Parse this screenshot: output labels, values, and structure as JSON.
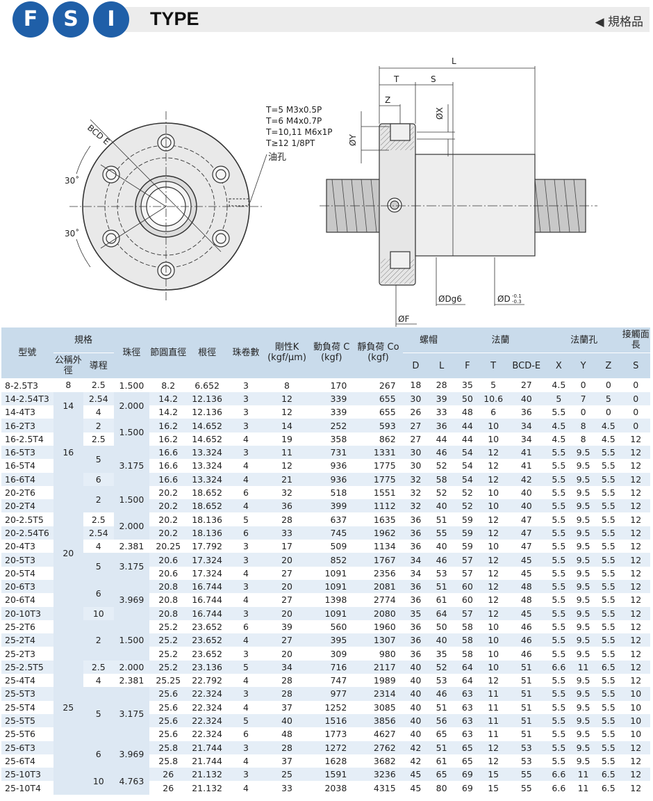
{
  "header": {
    "badges": [
      "F",
      "S",
      "I"
    ],
    "type_label": "TYPE",
    "spec_label": "◀ 規格品"
  },
  "drawing": {
    "front": {
      "bcd": "BCD E",
      "angle_top": "30˚",
      "angle_bottom": "30˚",
      "note_lines": [
        "T=5  M3x0.5P",
        "T=6  M4x0.7P",
        "T=10,11  M6x1P",
        "T≥12  1/8PT"
      ],
      "oil_hole": "油孔"
    },
    "side": {
      "L": "L",
      "T": "T",
      "S": "S",
      "Z": "Z",
      "X": "ØX",
      "Y": "ØY",
      "F": "ØF",
      "Dg6": "ØDg6",
      "D": "ØD",
      "D_tol_top": "-0.1",
      "D_tol_bottom": "-0.3"
    }
  },
  "table": {
    "headers": {
      "model": "型號",
      "spec": "規格",
      "nominal_od": "公稱外徑",
      "lead": "導程",
      "ball_dia": "珠徑",
      "pcd": "節圓直徑",
      "root_dia": "根徑",
      "circuits": "珠卷數",
      "stiffness": "剛性K (kgf/μm)",
      "dyn_load": "動負荷 C (kgf)",
      "static_load": "靜負荷 Co (kgf)",
      "nut": "螺帽",
      "flange": "法蘭",
      "flange_hole": "法蘭孔",
      "contact_len": "接觸面長",
      "D": "D",
      "L": "L",
      "F": "F",
      "T": "T",
      "BCD_E": "BCD-E",
      "X": "X",
      "Y": "Y",
      "Z": "Z",
      "S": "S"
    },
    "rows": [
      [
        "8-2.5T3",
        "8",
        "2.5",
        "1.500",
        "8.2",
        "6.652",
        "3",
        "8",
        "170",
        "267",
        "18",
        "28",
        "35",
        "5",
        "27",
        "4.5",
        "0",
        "0",
        "0"
      ],
      [
        "14-2.54T3",
        "14",
        "2.54",
        "2.000",
        "14.2",
        "12.136",
        "3",
        "12",
        "339",
        "655",
        "30",
        "39",
        "50",
        "10.6",
        "40",
        "5",
        "7",
        "5",
        "0"
      ],
      [
        "14-4T3",
        "",
        "4",
        "",
        "14.2",
        "12.136",
        "3",
        "12",
        "339",
        "655",
        "26",
        "33",
        "48",
        "6",
        "36",
        "5.5",
        "0",
        "0",
        "0"
      ],
      [
        "16-2T3",
        "16",
        "2",
        "1.500",
        "16.2",
        "14.652",
        "3",
        "14",
        "252",
        "593",
        "27",
        "36",
        "44",
        "10",
        "34",
        "4.5",
        "8",
        "4.5",
        "0"
      ],
      [
        "16-2.5T4",
        "",
        "2.5",
        "",
        "16.2",
        "14.652",
        "4",
        "19",
        "358",
        "862",
        "27",
        "44",
        "44",
        "10",
        "34",
        "4.5",
        "8",
        "4.5",
        "12"
      ],
      [
        "16-5T3",
        "",
        "5",
        "3.175",
        "16.6",
        "13.324",
        "3",
        "11",
        "731",
        "1331",
        "30",
        "46",
        "54",
        "12",
        "41",
        "5.5",
        "9.5",
        "5.5",
        "12"
      ],
      [
        "16-5T4",
        "",
        "",
        "",
        "16.6",
        "13.324",
        "4",
        "12",
        "936",
        "1775",
        "30",
        "52",
        "54",
        "12",
        "41",
        "5.5",
        "9.5",
        "5.5",
        "12"
      ],
      [
        "16-6T4",
        "",
        "6",
        "",
        "16.6",
        "13.324",
        "4",
        "21",
        "936",
        "1775",
        "32",
        "58",
        "54",
        "12",
        "42",
        "5.5",
        "9.5",
        "5.5",
        "12"
      ],
      [
        "20-2T6",
        "20",
        "2",
        "1.500",
        "20.2",
        "18.652",
        "6",
        "32",
        "518",
        "1551",
        "32",
        "52",
        "52",
        "10",
        "40",
        "5.5",
        "9.5",
        "5.5",
        "12"
      ],
      [
        "20-2T4",
        "",
        "",
        "",
        "20.2",
        "18.652",
        "4",
        "36",
        "399",
        "1112",
        "32",
        "40",
        "52",
        "10",
        "40",
        "5.5",
        "9.5",
        "5.5",
        "12"
      ],
      [
        "20-2.5T5",
        "",
        "2.5",
        "2.000",
        "20.2",
        "18.136",
        "5",
        "28",
        "637",
        "1635",
        "36",
        "51",
        "59",
        "12",
        "47",
        "5.5",
        "9.5",
        "5.5",
        "12"
      ],
      [
        "20-2.54T6",
        "",
        "2.54",
        "",
        "20.2",
        "18.136",
        "6",
        "33",
        "745",
        "1962",
        "36",
        "55",
        "59",
        "12",
        "47",
        "5.5",
        "9.5",
        "5.5",
        "12"
      ],
      [
        "20-4T3",
        "",
        "4",
        "2.381",
        "20.25",
        "17.792",
        "3",
        "17",
        "509",
        "1134",
        "36",
        "40",
        "59",
        "10",
        "47",
        "5.5",
        "9.5",
        "5.5",
        "12"
      ],
      [
        "20-5T3",
        "",
        "5",
        "3.175",
        "20.6",
        "17.324",
        "3",
        "20",
        "852",
        "1767",
        "34",
        "46",
        "57",
        "12",
        "45",
        "5.5",
        "9.5",
        "5.5",
        "12"
      ],
      [
        "20-5T4",
        "",
        "",
        "",
        "20.6",
        "17.324",
        "4",
        "27",
        "1091",
        "2356",
        "34",
        "53",
        "57",
        "12",
        "45",
        "5.5",
        "9.5",
        "5.5",
        "12"
      ],
      [
        "20-6T3",
        "",
        "6",
        "3.969",
        "20.8",
        "16.744",
        "3",
        "20",
        "1091",
        "2081",
        "36",
        "51",
        "60",
        "12",
        "48",
        "5.5",
        "9.5",
        "5.5",
        "12"
      ],
      [
        "20-6T4",
        "",
        "",
        "",
        "20.8",
        "16.744",
        "4",
        "27",
        "1398",
        "2774",
        "36",
        "61",
        "60",
        "12",
        "48",
        "5.5",
        "9.5",
        "5.5",
        "12"
      ],
      [
        "20-10T3",
        "",
        "10",
        "",
        "20.8",
        "16.744",
        "3",
        "20",
        "1091",
        "2080",
        "35",
        "64",
        "57",
        "12",
        "45",
        "5.5",
        "9.5",
        "5.5",
        "12"
      ],
      [
        "25-2T6",
        "25",
        "2",
        "1.500",
        "25.2",
        "23.652",
        "6",
        "39",
        "560",
        "1960",
        "36",
        "50",
        "58",
        "10",
        "46",
        "5.5",
        "9.5",
        "5.5",
        "12"
      ],
      [
        "25-2T4",
        "",
        "",
        "",
        "25.2",
        "23.652",
        "4",
        "27",
        "395",
        "1307",
        "36",
        "40",
        "58",
        "10",
        "46",
        "5.5",
        "9.5",
        "5.5",
        "12"
      ],
      [
        "25-2T3",
        "",
        "",
        "",
        "25.2",
        "23.652",
        "3",
        "20",
        "309",
        "980",
        "36",
        "35",
        "58",
        "10",
        "46",
        "5.5",
        "9.5",
        "5.5",
        "12"
      ],
      [
        "25-2.5T5",
        "",
        "2.5",
        "2.000",
        "25.2",
        "23.136",
        "5",
        "34",
        "716",
        "2117",
        "40",
        "52",
        "64",
        "10",
        "51",
        "6.6",
        "11",
        "6.5",
        "12"
      ],
      [
        "25-4T4",
        "",
        "4",
        "2.381",
        "25.25",
        "22.792",
        "4",
        "28",
        "747",
        "1989",
        "40",
        "53",
        "64",
        "12",
        "51",
        "5.5",
        "9.5",
        "5.5",
        "12"
      ],
      [
        "25-5T3",
        "",
        "5",
        "3.175",
        "25.6",
        "22.324",
        "3",
        "28",
        "977",
        "2314",
        "40",
        "46",
        "63",
        "11",
        "51",
        "5.5",
        "9.5",
        "5.5",
        "10"
      ],
      [
        "25-5T4",
        "",
        "",
        "",
        "25.6",
        "22.324",
        "4",
        "37",
        "1252",
        "3085",
        "40",
        "51",
        "63",
        "11",
        "51",
        "5.5",
        "9.5",
        "5.5",
        "10"
      ],
      [
        "25-5T5",
        "",
        "",
        "",
        "25.6",
        "22.324",
        "5",
        "40",
        "1516",
        "3856",
        "40",
        "56",
        "63",
        "11",
        "51",
        "5.5",
        "9.5",
        "5.5",
        "10"
      ],
      [
        "25-5T6",
        "",
        "",
        "",
        "25.6",
        "22.324",
        "6",
        "48",
        "1773",
        "4627",
        "40",
        "65",
        "63",
        "11",
        "51",
        "5.5",
        "9.5",
        "5.5",
        "10"
      ],
      [
        "25-6T3",
        "",
        "6",
        "3.969",
        "25.8",
        "21.744",
        "3",
        "28",
        "1272",
        "2762",
        "42",
        "51",
        "65",
        "12",
        "53",
        "5.5",
        "9.5",
        "5.5",
        "12"
      ],
      [
        "25-6T4",
        "",
        "",
        "",
        "25.8",
        "21.744",
        "4",
        "37",
        "1628",
        "3682",
        "42",
        "61",
        "65",
        "12",
        "53",
        "5.5",
        "9.5",
        "5.5",
        "12"
      ],
      [
        "25-10T3",
        "",
        "10",
        "4.763",
        "26",
        "21.132",
        "3",
        "25",
        "1591",
        "3236",
        "45",
        "65",
        "69",
        "15",
        "55",
        "6.6",
        "11",
        "6.5",
        "12"
      ],
      [
        "25-10T4",
        "",
        "",
        "",
        "26",
        "21.132",
        "4",
        "33",
        "2038",
        "4315",
        "45",
        "80",
        "69",
        "15",
        "55",
        "6.6",
        "11",
        "6.5",
        "12"
      ]
    ]
  }
}
